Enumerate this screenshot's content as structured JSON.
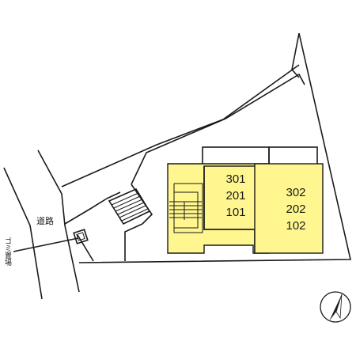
{
  "map": {
    "road_label": "道路",
    "garbage_label": "ゴミ置場",
    "colors": {
      "building_fill": "#fff68f",
      "line": "#1a1a1a",
      "background": "#ffffff"
    },
    "buildings": [
      {
        "units": [
          "301",
          "201",
          "101"
        ]
      },
      {
        "units": [
          "302",
          "202",
          "102"
        ]
      }
    ],
    "compass_icon": "north-arrow-icon"
  }
}
